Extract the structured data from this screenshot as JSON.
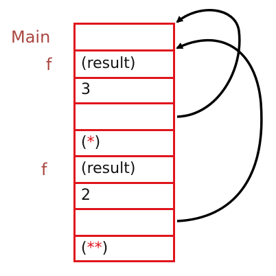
{
  "labels": {
    "main": "Main",
    "f_upper": "f",
    "f_lower": "f"
  },
  "cells": [
    {
      "id": "main-frame",
      "text": ""
    },
    {
      "id": "result-1",
      "text": "(result)"
    },
    {
      "id": "value-3",
      "text": "3"
    },
    {
      "id": "link-1",
      "text": ""
    },
    {
      "id": "return-star",
      "open": "(",
      "marker": "*",
      "close": ")"
    },
    {
      "id": "result-2",
      "text": "(result)"
    },
    {
      "id": "value-2",
      "text": "2"
    },
    {
      "id": "link-2",
      "text": ""
    },
    {
      "id": "return-doublestar",
      "open": "(",
      "marker": "**",
      "close": ")"
    }
  ],
  "colors": {
    "cell_border": "#e0141c",
    "label": "#a94740",
    "marker": "#e0141c",
    "arrow": "#000000"
  }
}
